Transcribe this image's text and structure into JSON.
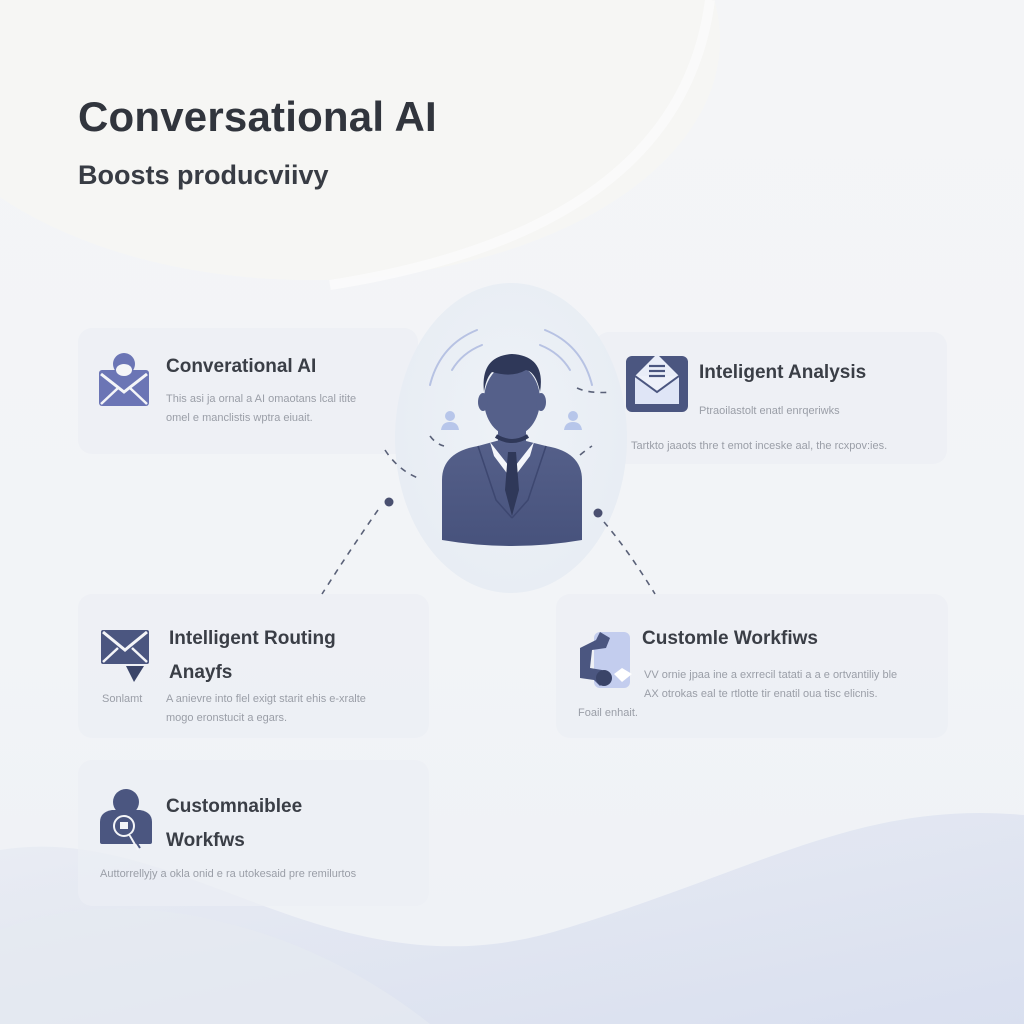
{
  "header": {
    "title": "Conversational AI",
    "subtitle": "Boosts producviivy"
  },
  "central_figure": {
    "icon": "businessman-avatar-icon",
    "side_icons": [
      "user-icon",
      "user-icon"
    ],
    "signal_icon": "broadcast-waves-icon"
  },
  "cards": [
    {
      "id": "conversational-ai",
      "icon": "envelope-user-icon",
      "title_lines": [
        "Converational AI"
      ],
      "desc_lines": [
        "This asi ja ornal a AI omaotans lcal itite",
        "omel e manclistis wptra eiuait."
      ],
      "footer": ""
    },
    {
      "id": "intelligent-analysis",
      "icon": "open-envelope-icon",
      "title_lines": [
        "Inteligent Analysis"
      ],
      "desc_lines": [
        "Ptraoilastolt enatl enrqeriwks"
      ],
      "footer": "Tartkto jaaots thre t emot inceske aal, the rcxpov:ies."
    },
    {
      "id": "intelligent-routing",
      "icon": "envelope-pointer-icon",
      "title_lines": [
        "Intelligent Routing",
        "Anayfs"
      ],
      "side_label": "Sonlamt",
      "desc_lines": [
        "A anievre into flel exigt starit ehis e-xralte",
        "mogo eronstucit a egars."
      ],
      "footer": ""
    },
    {
      "id": "customle-workflows",
      "icon": "puzzle-arrows-icon",
      "title_lines": [
        "Customle Workfiws"
      ],
      "desc_lines": [
        "VV ornie jpaa ine a exrrecil tatati a a e ortvantiliy ble",
        "AX otrokas eal te rtlotte tir enatil oua tisc elicnis."
      ],
      "footer": "Foail enhait."
    },
    {
      "id": "customizable-workflows",
      "icon": "user-search-icon",
      "title_lines": [
        "Customnaiblee",
        "Workfws"
      ],
      "desc_lines": [
        "Auttorrellyjy a okla onid e ra utokesaid pre remilurtos"
      ],
      "footer": ""
    }
  ],
  "colors": {
    "primary_navy": "#4b5680",
    "dark_navy": "#3a4468",
    "periwinkle": "#6b75b5",
    "light_blue": "#c3cdee",
    "text_dark": "#31353d",
    "text_muted": "#9a9ea7",
    "card_bg": "#eceff4",
    "background": "#f3f4f7"
  }
}
